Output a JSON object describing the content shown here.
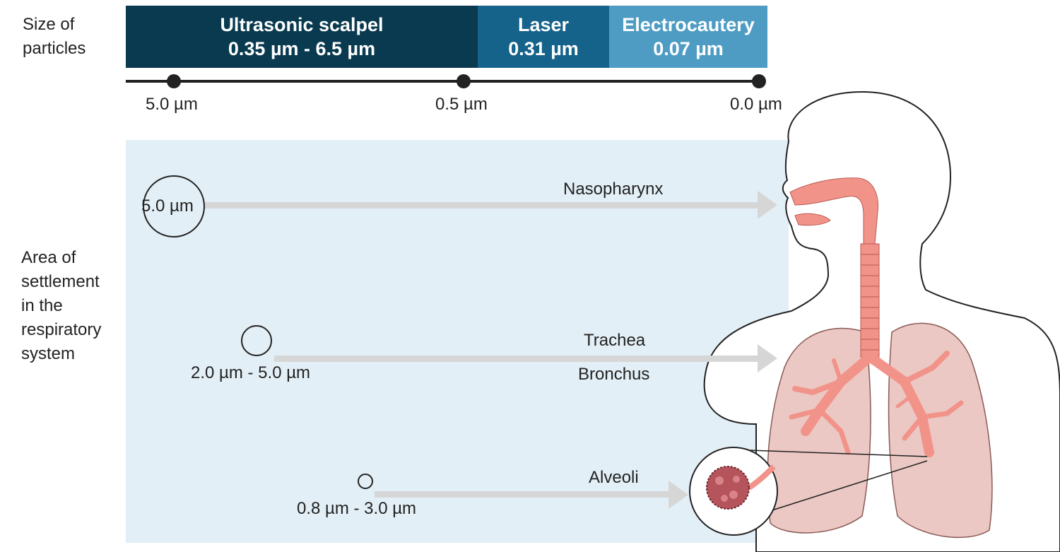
{
  "labels": {
    "size_heading": [
      "Size of",
      "particles"
    ],
    "area_heading": [
      "Area of",
      "settlement",
      "in the",
      "respiratory",
      "system"
    ]
  },
  "size_bar": [
    {
      "name": "Ultrasonic scalpel",
      "range": "0.35 µm - 6.5 µm",
      "color": "#0a3a4f"
    },
    {
      "name": "Laser",
      "range": "0.31 µm",
      "color": "#15628a"
    },
    {
      "name": "Electrocautery",
      "range": "0.07 µm",
      "color": "#4e9cc4"
    }
  ],
  "scale_ticks": [
    "5.0 µm",
    "0.5 µm",
    "0.0 µm"
  ],
  "settlement": [
    {
      "particle_label": "5.0 µm",
      "destination": [
        "Nasopharynx"
      ]
    },
    {
      "particle_label": "2.0 µm - 5.0 µm",
      "destination": [
        "Trachea",
        "Bronchus"
      ]
    },
    {
      "particle_label": "0.8 µm - 3.0 µm",
      "destination": [
        "Alveoli"
      ]
    }
  ],
  "colors": {
    "panel": "#e3eff6",
    "arrow": "#d6d6d6",
    "airway": "#f2938a",
    "lung": "#ebc8c3"
  },
  "icons": [
    "human-respiratory-system-illustration",
    "alveoli-magnifier-icon"
  ]
}
